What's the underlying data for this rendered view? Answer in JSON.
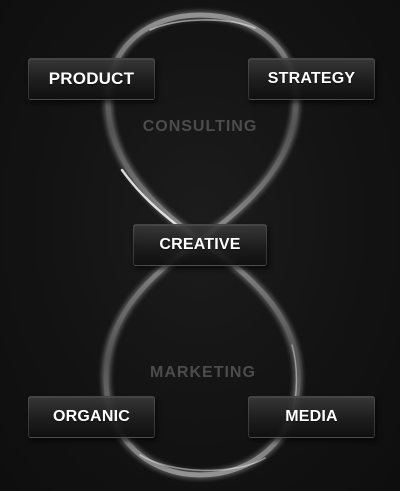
{
  "diagram": {
    "nodes": [
      {
        "id": "product",
        "label": "PRODUCT"
      },
      {
        "id": "strategy",
        "label": "STRATEGY"
      },
      {
        "id": "creative",
        "label": "CREATIVE"
      },
      {
        "id": "organic",
        "label": "ORGANIC"
      },
      {
        "id": "media",
        "label": "MEDIA"
      }
    ],
    "sections": {
      "top": "CONSULTING",
      "bottom": "MARKETING"
    }
  },
  "colors": {
    "background": "#121212",
    "loop_highlight": "#e6e6e6",
    "section_text": "#4c4c4c",
    "node_text": "#ffffff"
  }
}
